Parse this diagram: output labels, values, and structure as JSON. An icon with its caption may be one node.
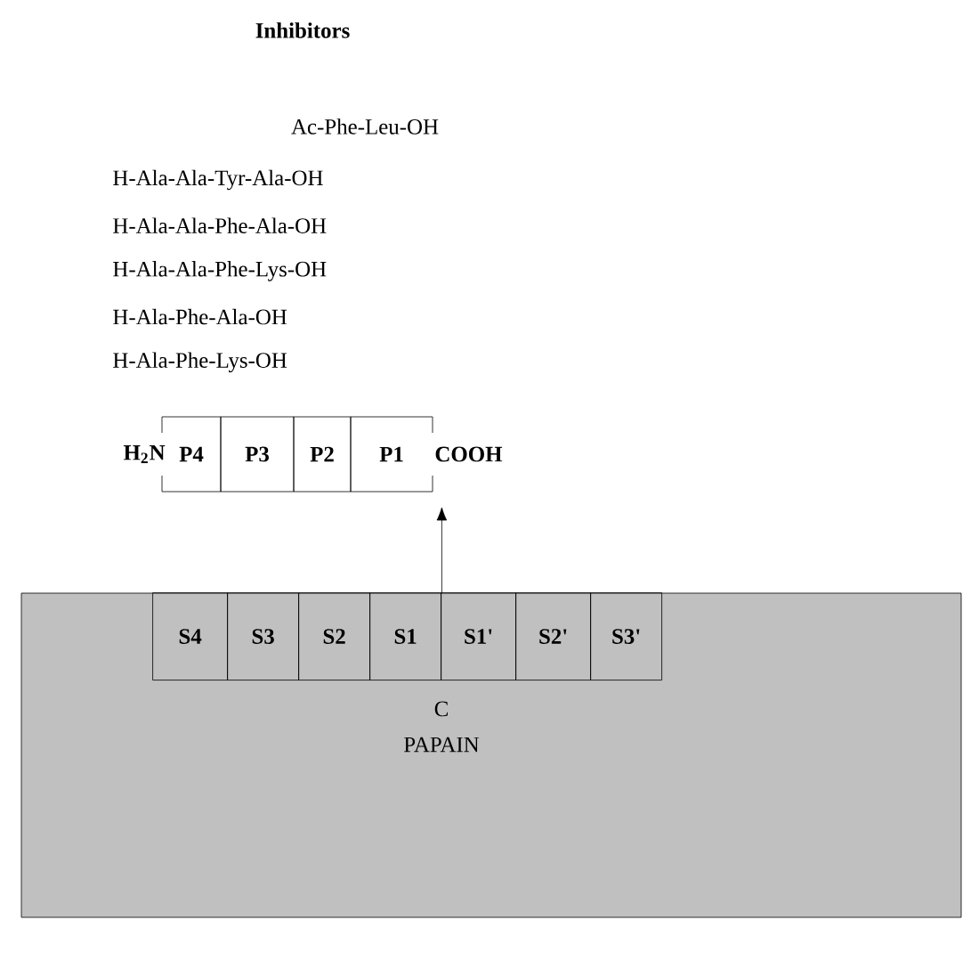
{
  "diagram": {
    "title": "Inhibitors",
    "nodes": [
      {
        "text": [
          "P4"
        ],
        "beside": [
          "H$_{2}$N"
        ]
      },
      {
        "text": [
          "P3"
        ]
      },
      {
        "text": [
          "P2"
        ]
      },
      {
        "text": [
          "P1"
        ],
        "beside": [
          "COOH"
        ]
      },
      {
        "text": [
          "C",
          "PAPAIN"
        ]
      },
      {
        "text": [
          "S4"
        ],
        "in": 4
      },
      {
        "text": [
          "S3"
        ],
        "in": 4
      },
      {
        "text": [
          "S2"
        ],
        "in": 4
      },
      {
        "text": [
          "S1"
        ],
        "in": 4
      },
      {
        "text": [
          "S1'"
        ],
        "in": 4
      },
      {
        "text": [
          "S2'"
        ],
        "in": 4
      },
      {
        "text": [
          "S3'"
        ],
        "in": 4
      }
    ],
    "edges": [
      {
        "from": 4,
        "to": 3,
        "arrow": "to"
      }
    ],
    "labels": [
      "Ac-Phe-Leu-OH",
      "H-Ala-Ala-Tyr-Ala-OH",
      "H-Ala-Ala-Phe-Ala-OH",
      "H-Ala-Ala-Phe-Lys-OH",
      "H-Ala-Phe-Ala-OH",
      "H-Ala-Phe-Lys-OH"
    ]
  }
}
